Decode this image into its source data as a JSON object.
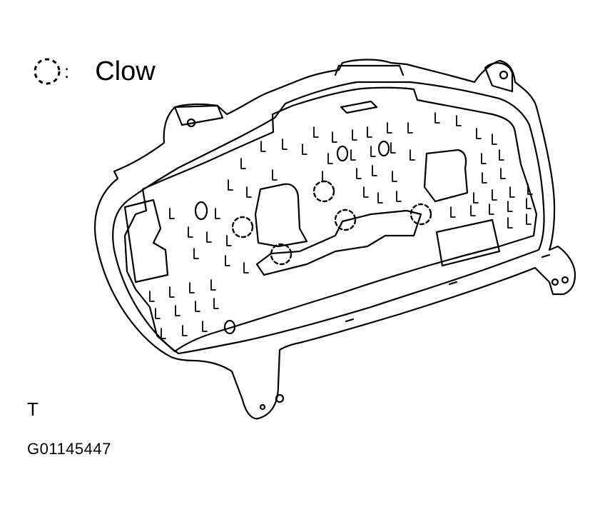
{
  "legend": {
    "symbol_icon": "dashed-circle-icon",
    "colon": ":",
    "label": "Clow"
  },
  "corner_mark": "T",
  "figure_id": "G01145447",
  "colors": {
    "line": "#000000",
    "background": "#ffffff"
  }
}
